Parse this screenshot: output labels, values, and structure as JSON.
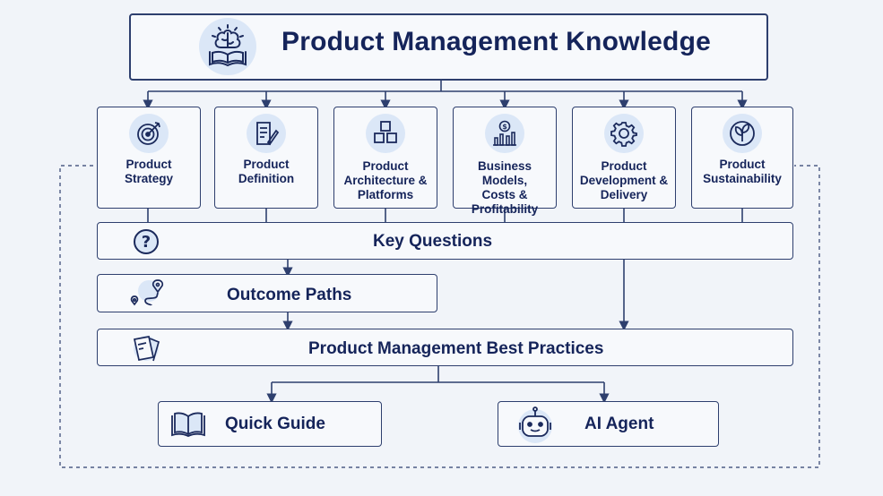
{
  "title": "Product Management Knowledge",
  "pillars": [
    {
      "label": "Product\nStrategy",
      "icon": "target-icon"
    },
    {
      "label": "Product\nDefinition",
      "icon": "document-pen-icon"
    },
    {
      "label": "Product\nArchitecture &\nPlatforms",
      "icon": "cubes-icon"
    },
    {
      "label": "Business Models,\nCosts &\nProfitability",
      "icon": "dollar-chart-icon"
    },
    {
      "label": "Product\nDevelopment &\nDelivery",
      "icon": "gear-icon"
    },
    {
      "label": "Product\nSustainability",
      "icon": "leaf-icon"
    }
  ],
  "key_questions": "Key Questions",
  "outcome_paths": "Outcome Paths",
  "best_practices": "Product Management Best Practices",
  "quick_guide": "Quick Guide",
  "ai_agent": "AI Agent",
  "colors": {
    "stroke": "#2e3f6e",
    "text": "#15245a",
    "icon_bg": "#dbe7f7",
    "box_bg": "#f7f9fc",
    "page_bg": "#f1f4f9"
  }
}
